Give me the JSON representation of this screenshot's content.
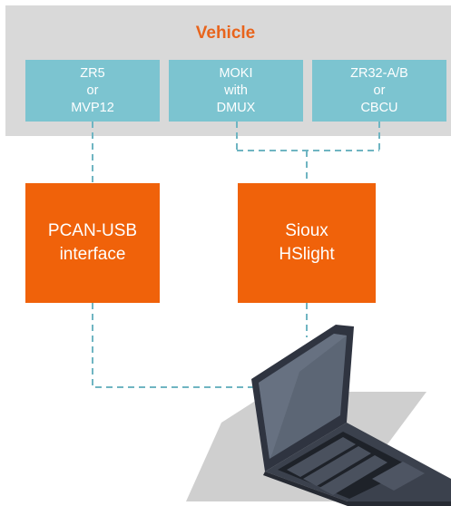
{
  "vehicle": {
    "title": "Vehicle",
    "modules": [
      {
        "label": "ZR5\nor\nMVP12"
      },
      {
        "label": "MOKI\nwith\nDMUX"
      },
      {
        "label": "ZR32-A/B\nor\nCBCU"
      }
    ]
  },
  "interfaces": {
    "pcan": {
      "label": "PCAN-USB\ninterface"
    },
    "sioux": {
      "label": "Sioux\nHSlight"
    }
  },
  "colors": {
    "vehicle_bg": "#d9d9d9",
    "title": "#e8641c",
    "module": "#7cc4d0",
    "interface": "#f0620a",
    "connector": "#6fb5c2"
  },
  "icons": {
    "laptop": "laptop-icon"
  }
}
